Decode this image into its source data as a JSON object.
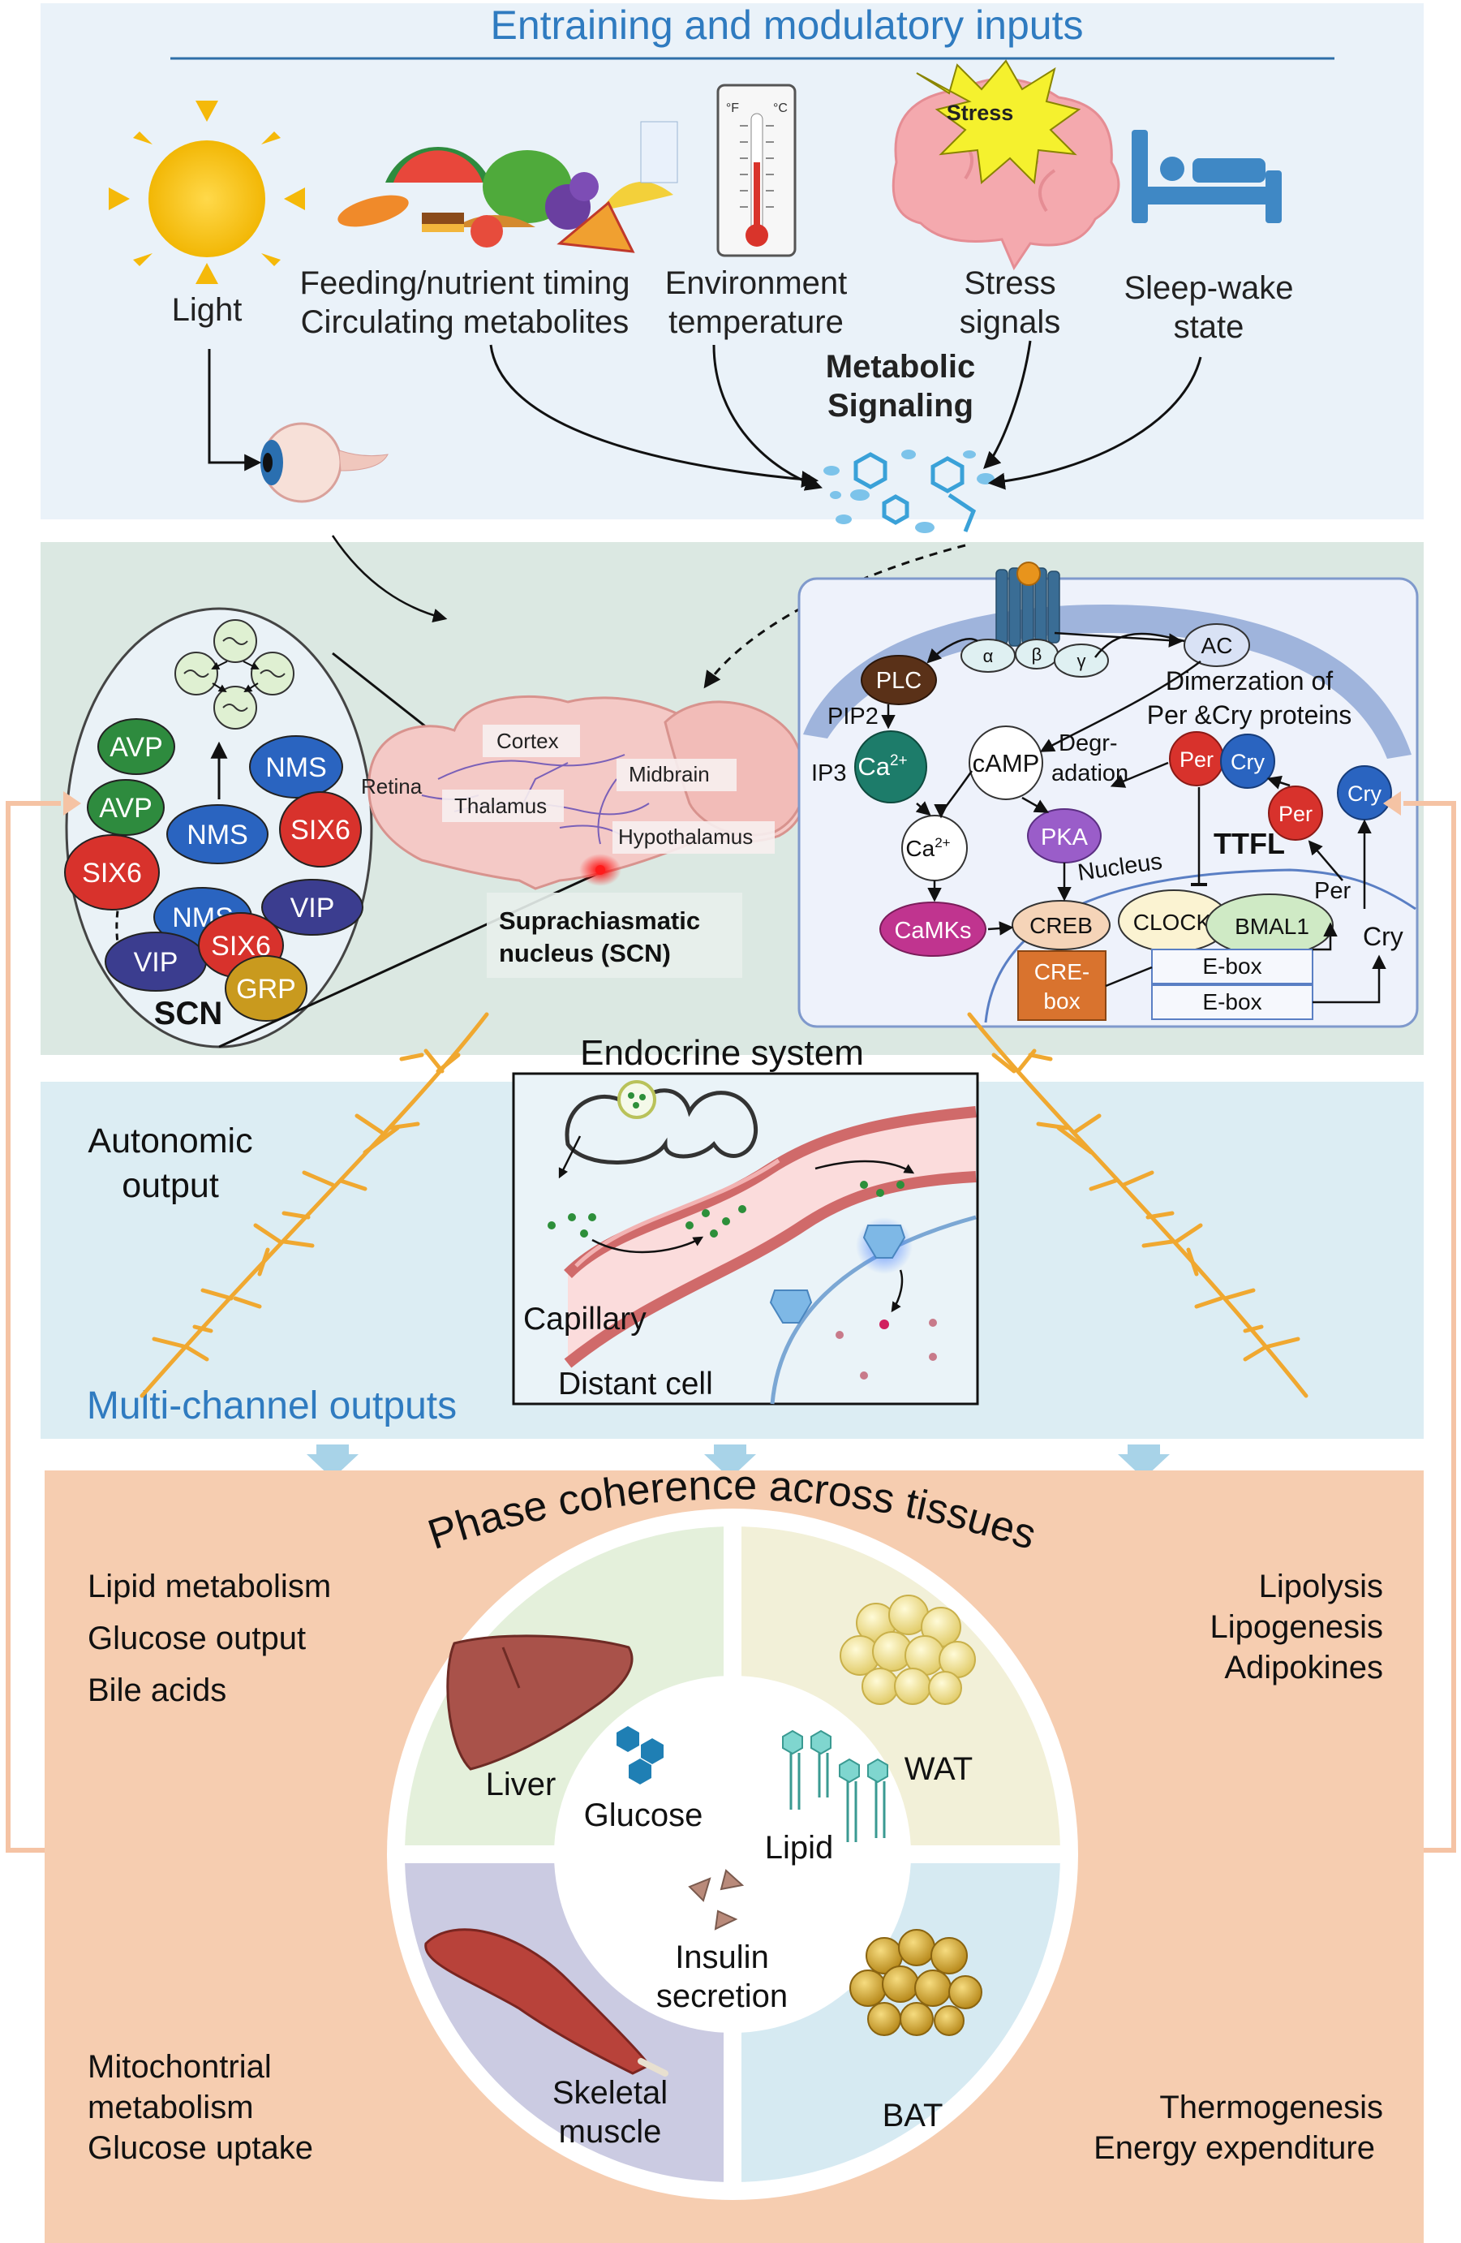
{
  "top": {
    "title": "Entraining and modulatory inputs",
    "light": "Light",
    "feeding1": "Feeding/nutrient timing",
    "feeding2": "Circulating metabolites",
    "env1": "Environment",
    "env2": "temperature",
    "stress1": "Stress",
    "stress2": "signals",
    "stress_badge": "Stress",
    "sleep1": "Sleep-wake",
    "sleep2": "state",
    "metabolic1": "Metabolic",
    "metabolic2": "Signaling",
    "thermo_f": "°F",
    "thermo_c": "°C"
  },
  "scn": {
    "label": "SCN",
    "cells": [
      "AVP",
      "AVP",
      "SIX6",
      "NMS",
      "NMS",
      "SIX6",
      "NMS",
      "VIP",
      "VIP",
      "SIX6",
      "GRP"
    ]
  },
  "brain": {
    "retina": "Retina",
    "cortex": "Cortex",
    "thalamus": "Thalamus",
    "midbrain": "Midbrain",
    "hypothalamus": "Hypothalamus",
    "scn1": "Suprachiasmatic",
    "scn2": "nucleus (SCN)"
  },
  "cell": {
    "ac": "AC",
    "plc": "PLC",
    "pip2": "PIP2",
    "ip3": "IP3",
    "ca": "Ca",
    "ca_sup": "2+",
    "camp": "cAMP",
    "pka": "PKA",
    "camks": "CaMKs",
    "creb": "CREB",
    "crebox1": "CRE-",
    "crebox2": "box",
    "clock": "CLOCK",
    "bmal": "BMAL1",
    "ebox": "E-box",
    "per": "Per",
    "cry": "Cry",
    "nucleus": "Nucleus",
    "ttfl": "TTFL",
    "dimer1": "Dimerzation of",
    "dimer2": "Per &Cry proteins",
    "degr1": "Degr-",
    "degr2": "adation",
    "alpha": "α",
    "beta": "β",
    "gamma": "γ"
  },
  "outputs": {
    "endocrine": "Endocrine system",
    "autonomic1": "Autonomic",
    "autonomic2": "output",
    "capillary": "Capillary",
    "distant": "Distant cell",
    "multi": "Multi-channel outputs"
  },
  "tissues": {
    "title": "Phase coherence across tissues",
    "liver_list": [
      "Lipid metabolism",
      "Glucose output",
      "Bile acids"
    ],
    "wat_list": [
      "Lipolysis",
      "Lipogenesis",
      "Adipokines"
    ],
    "muscle_list": [
      "Mitochontrial",
      "metabolism",
      "Glucose uptake"
    ],
    "bat_list": [
      "Thermogenesis",
      "Energy expenditure"
    ],
    "liver": "Liver",
    "glucose": "Glucose",
    "lipid": "Lipid",
    "wat": "WAT",
    "insulin1": "Insulin",
    "insulin2": "secretion",
    "muscle1": "Skeletal",
    "muscle2": "muscle",
    "bat": "BAT"
  },
  "colors": {
    "top_bg": "#eaf2f9",
    "scn_bg": "#dbe8e2",
    "out_bg": "#dcedf3",
    "tissue_bg": "#f6cdb0",
    "title_blue": "#2f7bc0",
    "nerve": "#f0a830"
  }
}
